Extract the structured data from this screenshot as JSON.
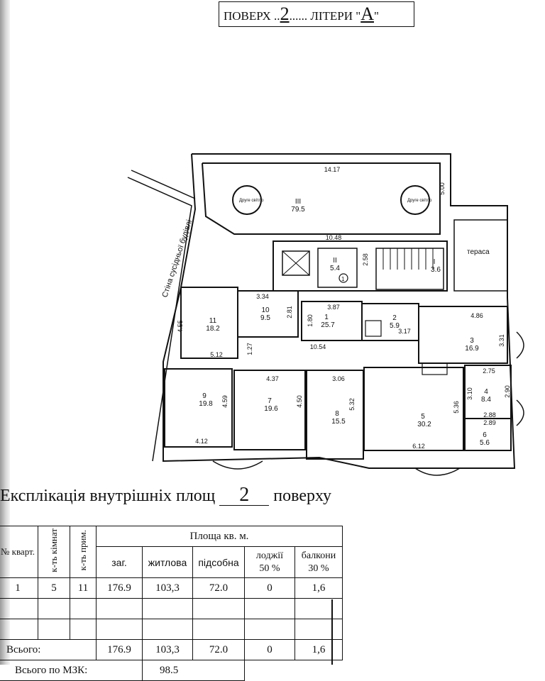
{
  "header": {
    "prefix": "ПОВЕРХ ..",
    "floor": "2",
    "middle": "...... ЛІТЕРИ \"",
    "letter": "А",
    "suffix": "\""
  },
  "plan": {
    "neighbour_wall": "Стіна сусідньої будівлі",
    "terrace": "тераса",
    "second_light": "Друге світло",
    "sec_num": "1",
    "rooms": [
      {
        "no": "III",
        "area": "79.5"
      },
      {
        "no": "II",
        "area": "5.4"
      },
      {
        "no": "I",
        "area": "3.6"
      },
      {
        "no": "1",
        "area": "25.7"
      },
      {
        "no": "2",
        "area": "5.9"
      },
      {
        "no": "3",
        "area": "16.9"
      },
      {
        "no": "4",
        "area": "8.4"
      },
      {
        "no": "5",
        "area": "30.2"
      },
      {
        "no": "6",
        "area": "5.6"
      },
      {
        "no": "7",
        "area": "19.6"
      },
      {
        "no": "8",
        "area": "15.5"
      },
      {
        "no": "9",
        "area": "19.8"
      },
      {
        "no": "10",
        "area": "9.5"
      },
      {
        "no": "11",
        "area": "18.2"
      }
    ],
    "dims": [
      "14.17",
      "5.00",
      "10.48",
      "2.58",
      "3.34",
      "2.81",
      "3.87",
      "1.80",
      "3.17",
      "4.86",
      "3.31",
      "4.55",
      "1.27",
      "10.54",
      "5.12",
      "4.37",
      "3.06",
      "2.75",
      "3.10",
      "2.90",
      "4.59",
      "4.50",
      "5.32",
      "5.36",
      "2.88",
      "2.89",
      "4.12",
      "6.12"
    ]
  },
  "caption": {
    "before": "Експлікація внутрішніх площ",
    "floor": "2",
    "after": "поверху"
  },
  "table": {
    "h_apt": "№ кварт.",
    "h_rooms": "к-ть кімнат",
    "h_prim": "к-ть прим.",
    "h_area": "Площа кв. м.",
    "h_total": "заг.",
    "h_living": "житлова",
    "h_aux": "підсобна",
    "h_loggia": "лоджії",
    "h_loggia_pct": "50 %",
    "h_balcony": "балкони",
    "h_balcony_pct": "30 %",
    "row": {
      "apt": "1",
      "rooms": "5",
      "prim": "11",
      "total": "176.9",
      "living": "103,3",
      "aux": "72.0",
      "loggia": "0",
      "balcony": "1,6"
    },
    "sum": {
      "label": "Всього:",
      "total": "176.9",
      "living": "103,3",
      "aux": "72.0",
      "loggia": "0",
      "balcony": "1,6"
    },
    "mzk": {
      "label": "Всього по МЗК:",
      "value": "98.5"
    }
  }
}
